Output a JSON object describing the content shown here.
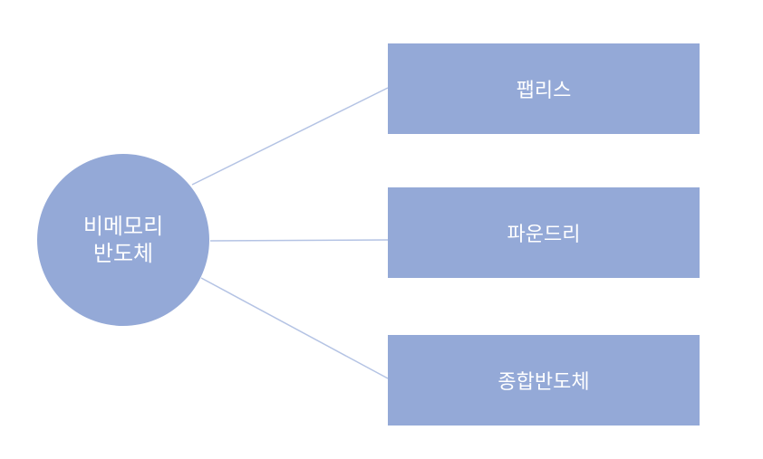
{
  "diagram": {
    "root": {
      "line1": "비메모리",
      "line2": "반도체"
    },
    "branches": [
      {
        "label": "팹리스"
      },
      {
        "label": "파운드리"
      },
      {
        "label": "종합반도체"
      }
    ],
    "colors": {
      "node_fill": "#94a9d7",
      "connector": "#b4c3e4",
      "text": "#ffffff"
    }
  }
}
